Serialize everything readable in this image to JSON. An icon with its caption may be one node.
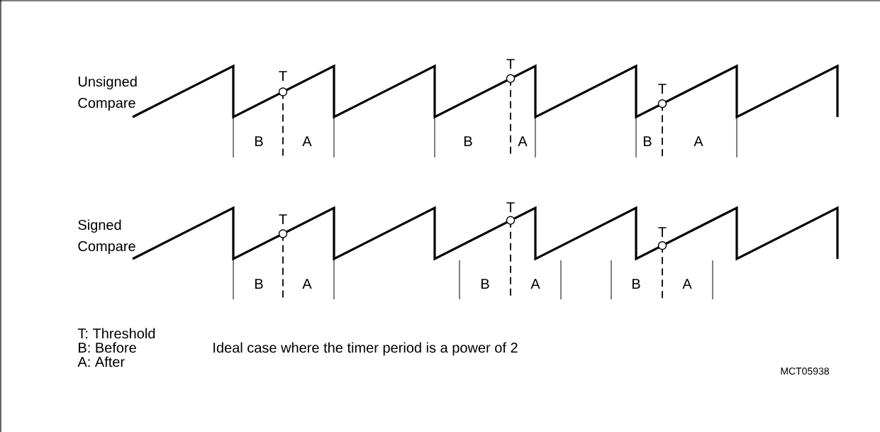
{
  "diagram": {
    "labels": [
      "Unsigned Compare",
      "T",
      "T",
      "T",
      "B",
      "A",
      "B",
      "A",
      "B",
      "A",
      "Signed Compare",
      "T",
      "T",
      "T",
      "B",
      "A",
      "B",
      "A",
      "B",
      "A",
      "T: Threshold",
      "B: Before",
      "A: After",
      "Ideal case where the timer period is a power of 2",
      "MCT05938"
    ]
  }
}
